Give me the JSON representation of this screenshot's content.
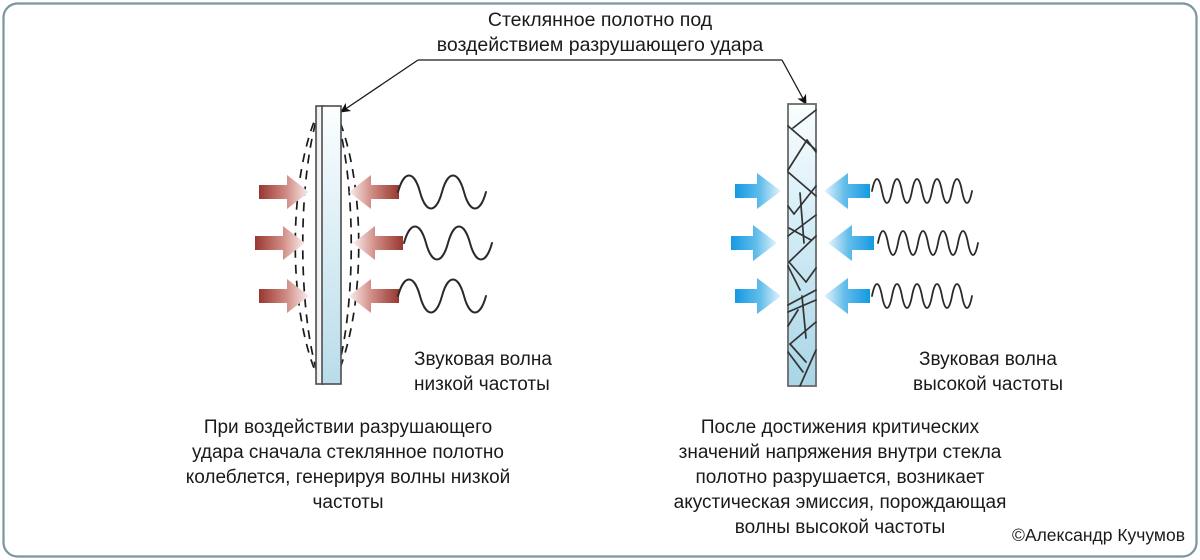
{
  "figure": {
    "border_color": "#7795a3",
    "background": "#ffffff",
    "title": {
      "line1": "Стеклянное полотно под",
      "line2": "воздействием разрушающего удара"
    },
    "copyright": "©Александр Кучумов"
  },
  "panels": [
    {
      "id": "left",
      "name": "intact-vibrating-glass",
      "state": "vibrating",
      "pane": {
        "cracked": false,
        "fill_top": "#fbfeff",
        "fill_bottom": "#b9dcea",
        "stroke": "#555555",
        "vibration_arcs": 4,
        "arc_style": "dashed"
      },
      "arrows": {
        "count": 6,
        "color_tip": "#9c3b34",
        "color_tail": "#f6e3e1",
        "directions": [
          "left",
          "right"
        ],
        "rows": 3
      },
      "waves": {
        "count": 3,
        "frequency": "low",
        "cycles": 2.5,
        "amplitude": 22,
        "stroke": "#2a2a2a"
      },
      "wave_label": {
        "line1": "Звуковая волна",
        "line2": "низкой частоты"
      },
      "caption": {
        "line1": "При воздействии разрушающего",
        "line2": "удара сначала стеклянное полотно",
        "line3": "колеблется, генерируя волны низкой",
        "line4": "частоты"
      }
    },
    {
      "id": "right",
      "name": "fractured-glass",
      "state": "fractured",
      "pane": {
        "cracked": true,
        "fill_top": "#fbfeff",
        "fill_bottom": "#a9d5e6",
        "stroke": "#555555",
        "crack_stroke": "#333333",
        "crack_segments": 22
      },
      "arrows": {
        "count": 6,
        "color_tip": "#1e9ae0",
        "color_tail": "#dcf1fb",
        "directions": [
          "left",
          "right"
        ],
        "rows": 3
      },
      "waves": {
        "count": 3,
        "frequency": "high",
        "cycles": 8.5,
        "amplitude": 16,
        "stroke": "#2a2a2a"
      },
      "wave_label": {
        "line1": "Звуковая волна",
        "line2": "высокой частоты"
      },
      "caption": {
        "line1": "После достижения критических",
        "line2": "значений напряжения внутри стекла",
        "line3": "полотно разрушается, возникает",
        "line4": "акустическая эмиссия, порождающая",
        "line5": "волны высокой частоты"
      }
    }
  ],
  "leader": {
    "name": "title-leader-bracket",
    "stroke": "#1a1a1a",
    "arrowheads": 2
  }
}
